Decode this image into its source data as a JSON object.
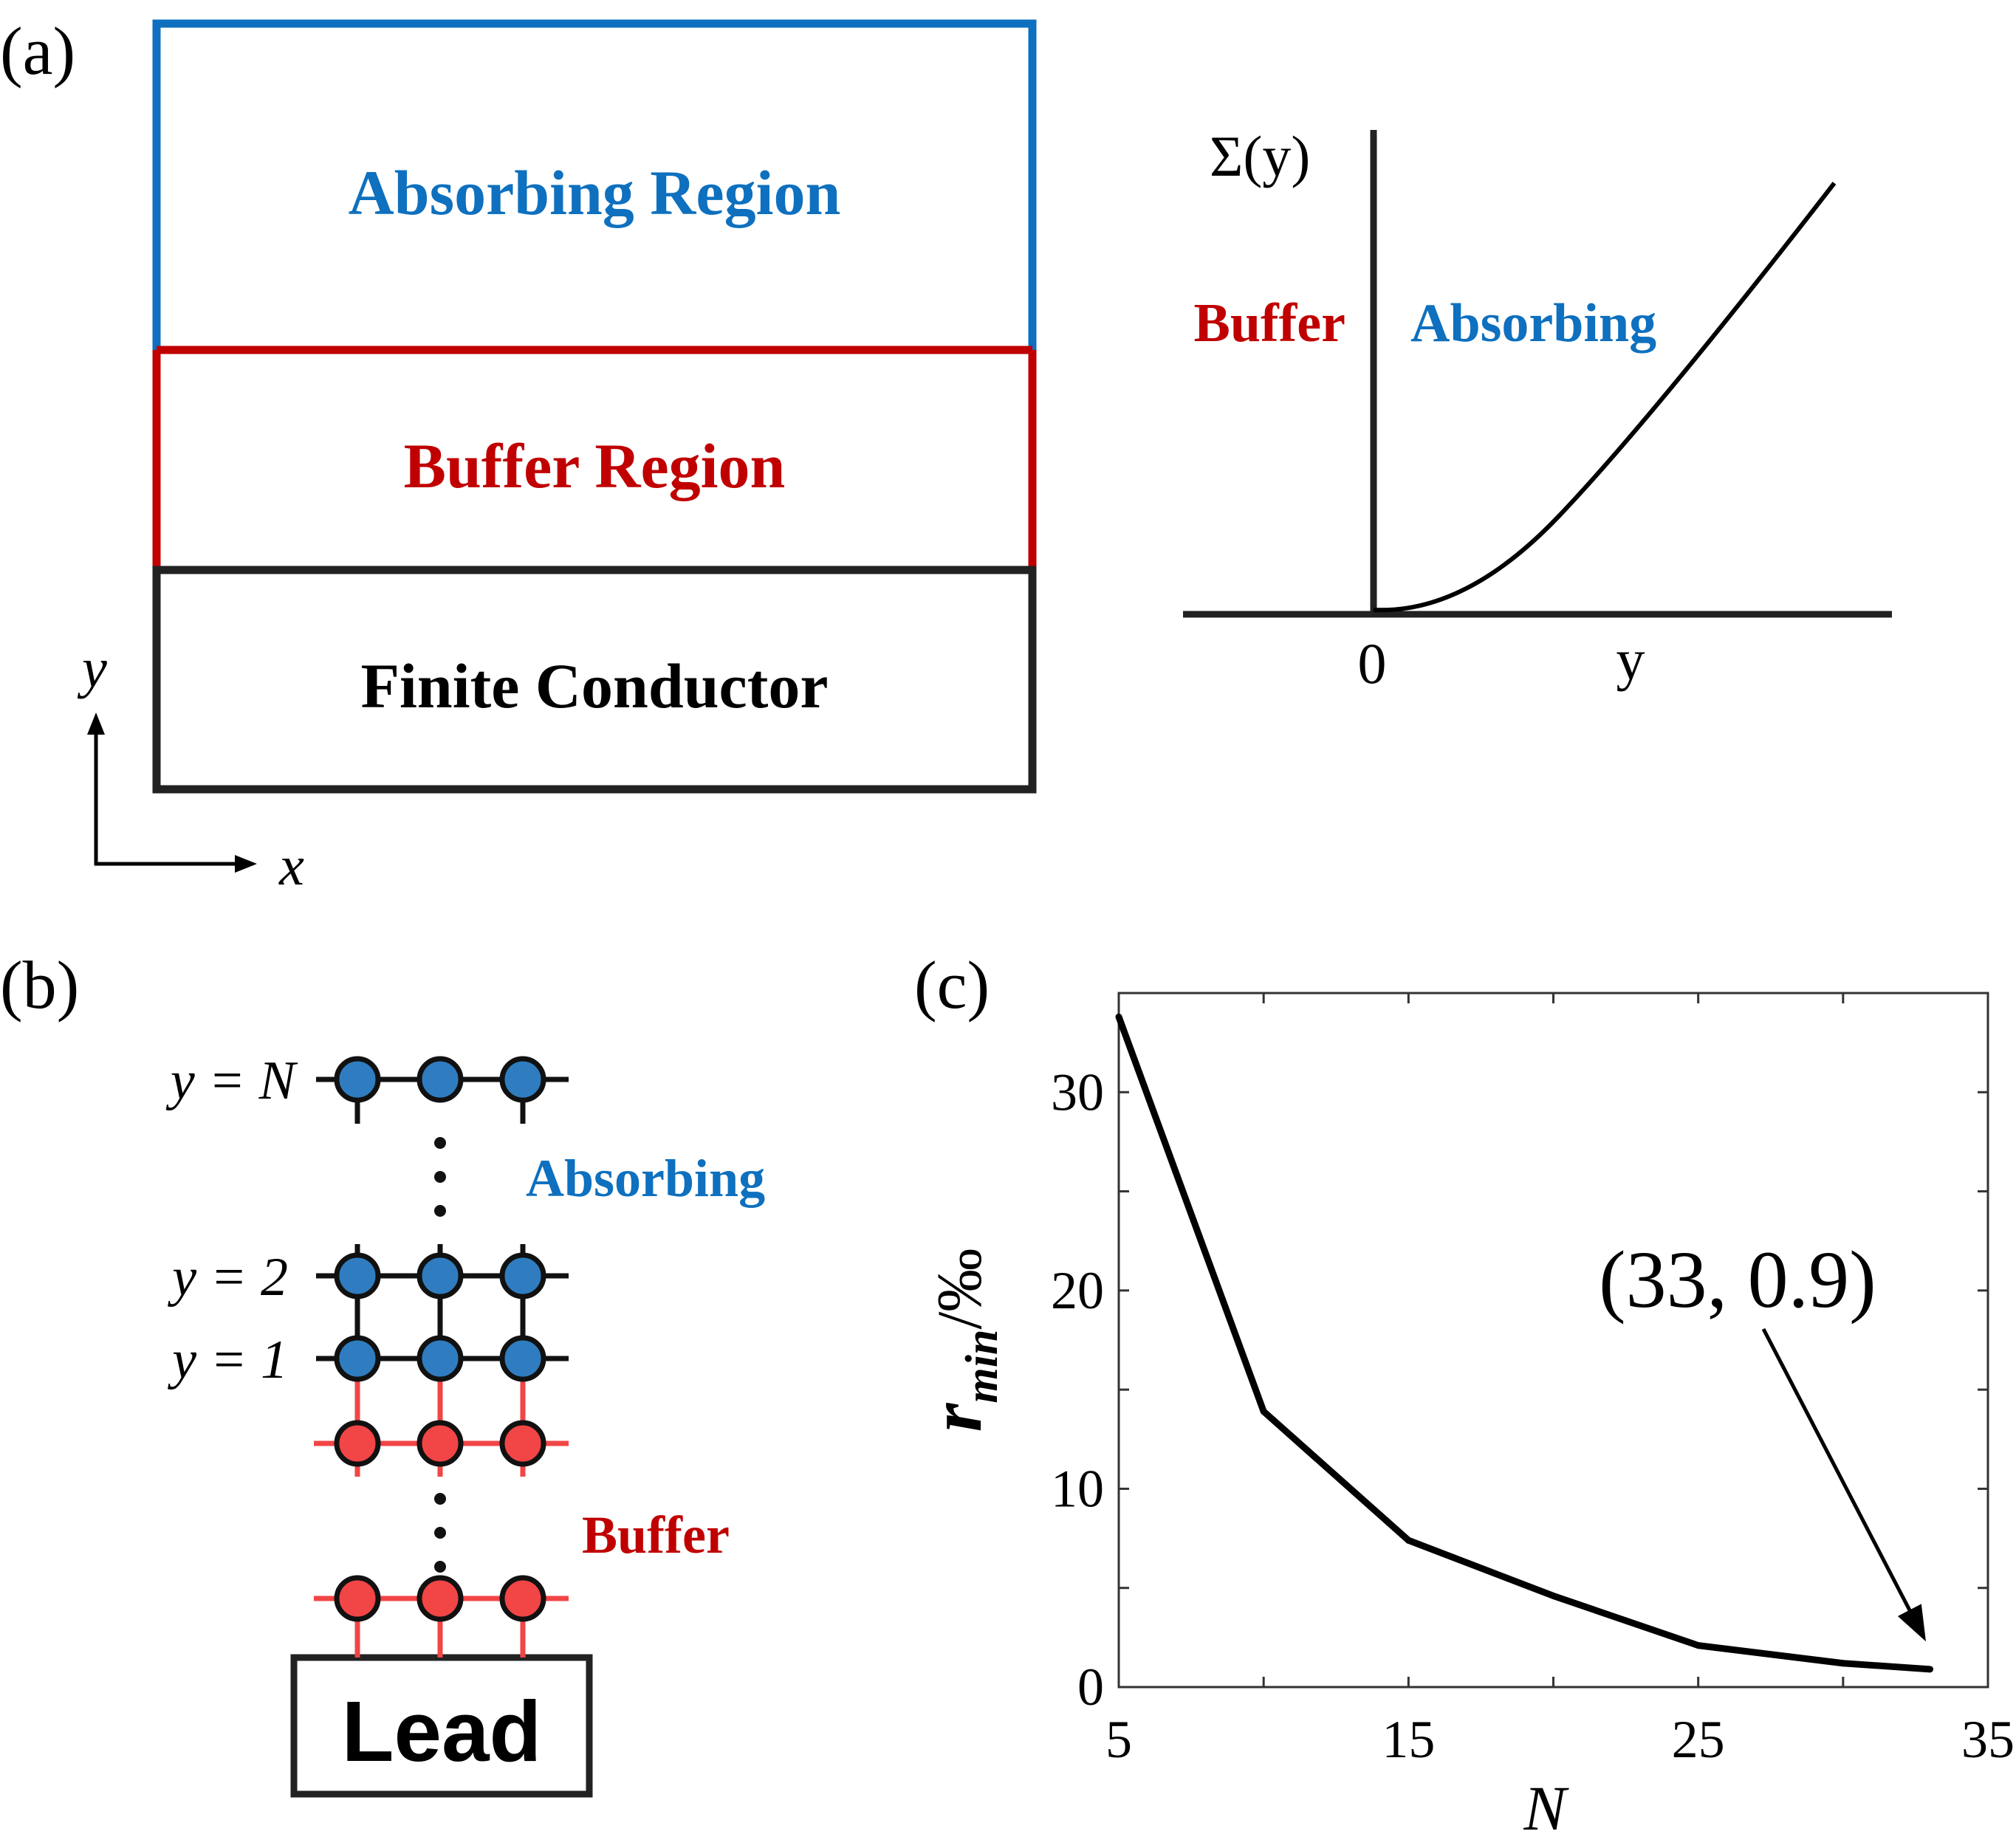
{
  "colors": {
    "absorbing": "#0E70BE",
    "buffer": "#C00000",
    "black": "#222222",
    "node_blue": "#2F7DC0",
    "node_red": "#F24545",
    "bond_red": "#F24545"
  },
  "panel_a": {
    "label": "(a)",
    "absorbing_region": "Absorbing Region",
    "buffer_region": "Buffer Region",
    "finite_conductor": "Finite Conductor",
    "axis_y": "y",
    "axis_x": "x",
    "sigma_label": "Σ(y)",
    "buffer_text": "Buffer",
    "absorbing_text": "Absorbing",
    "origin_label": "0",
    "y_label": "y"
  },
  "panel_b": {
    "label": "(b)",
    "row_N": "y = N",
    "row_2": "y = 2",
    "row_1": "y = 1",
    "absorbing_text": "Absorbing",
    "buffer_text": "Buffer",
    "lead_text": "Lead"
  },
  "panel_c": {
    "label": "(c)",
    "annotation": "(33, 0.9)"
  },
  "chart_data": {
    "type": "line",
    "x": [
      5,
      10,
      15,
      20,
      25,
      30,
      33
    ],
    "values": [
      33.8,
      13.9,
      7.4,
      4.6,
      2.1,
      1.2,
      0.9
    ],
    "xlabel": "N",
    "ylabel_main": "r",
    "ylabel_sub": "min",
    "ylabel_unit": "/‰",
    "xlim": [
      5,
      35
    ],
    "ylim": [
      0,
      35
    ],
    "xticks": [
      5,
      15,
      25,
      35
    ],
    "yticks": [
      0,
      10,
      20,
      30
    ],
    "grid": false
  }
}
